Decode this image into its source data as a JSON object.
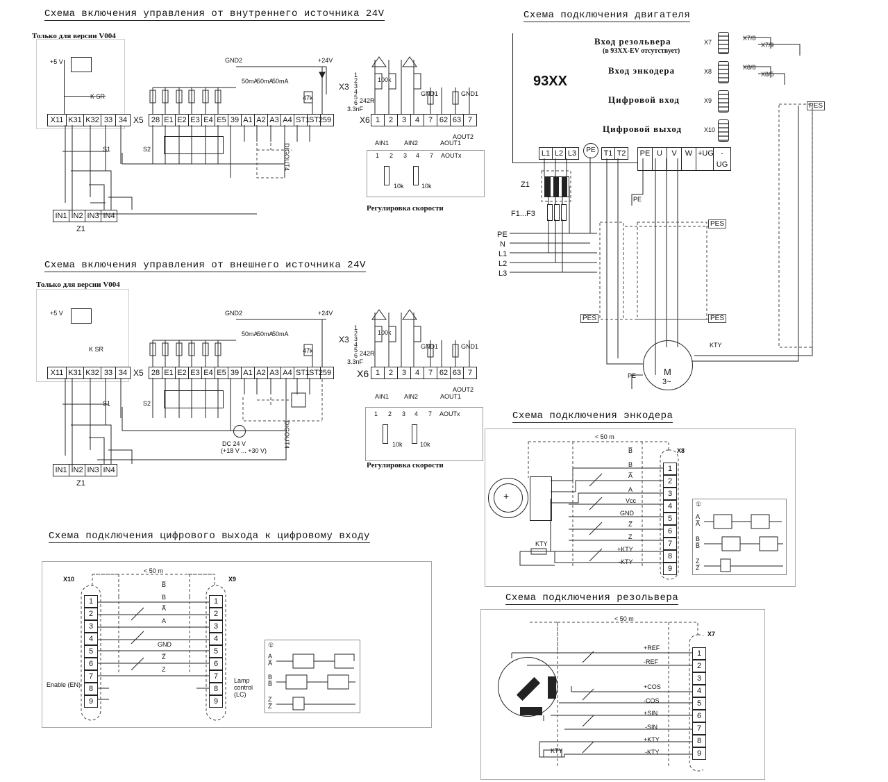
{
  "titles": {
    "internal": "Схема включения управления от внутреннего источника 24V",
    "external": "Схема включения управления от внешнего источника 24V",
    "digital": "Схема подключения цифрового выхода к цифровому входу",
    "motor": "Схема подключения двигателя",
    "encoder": "Схема подключения энкодера",
    "resolver": "Схема подключения резольвера"
  },
  "notes": {
    "v004_1": "Только для версии V004",
    "v004_2": "Только для версии V004",
    "speed_1": "Регулировка скорости",
    "speed_2": "Регулировка скорости"
  },
  "control": {
    "x11_terms": [
      "X11",
      "K31",
      "K32",
      "33",
      "34"
    ],
    "x5_label": "X5",
    "x5_terms": [
      "28",
      "E1",
      "E2",
      "E3",
      "E4",
      "E5",
      "39",
      "A1",
      "A2",
      "A3",
      "A4",
      "ST1",
      "ST2",
      "59"
    ],
    "x6_label": "X6",
    "x6_terms": [
      "1",
      "2",
      "3",
      "4",
      "7",
      "62",
      "63",
      "7"
    ],
    "x3_label": "X3",
    "z1_terms": [
      "IN1",
      "IN2",
      "IN3",
      "IN4"
    ],
    "z1_label": "Z1",
    "gnd2": "GND2",
    "plus24": "+24V",
    "gnd1": "GND1",
    "plus5": "+5 V",
    "ksr": "K SR",
    "s1": "S1",
    "s2": "S2",
    "ain1": "AIN1",
    "ain2": "AIN2",
    "aout1": "AOUT1",
    "aout2": "AOUT2",
    "digout4": "DIGOUT4",
    "ma50": "50mA",
    "r100k": "100k",
    "r242": "242R",
    "c33": "3.3nF",
    "r47k": "47k",
    "r10k": "10k",
    "aoutx": "AOUTx",
    "dc24": "DC 24 V",
    "dc24_range": "(+18 V ... +30 V)",
    "x3_pins": [
      "1",
      "2",
      "3",
      "4",
      "5",
      "6"
    ],
    "speed_pins": [
      "1",
      "2",
      "3",
      "4",
      "7"
    ]
  },
  "motor": {
    "model": "93XX",
    "inputs": [
      {
        "label": "Вход резольвера",
        "conn": "X7",
        "sub": "(в 93XX-EV отсутствует)"
      },
      {
        "label": "Вход энкодера",
        "conn": "X8",
        "sub": ""
      },
      {
        "label": "Цифровой вход",
        "conn": "X9",
        "sub": ""
      },
      {
        "label": "Цифровой выход",
        "conn": "X10",
        "sub": ""
      }
    ],
    "x78": "X7/8",
    "x79": "X7/9",
    "x88": "X8/8",
    "x85": "X8/5",
    "top_terms": [
      "L1",
      "L2",
      "L3"
    ],
    "pe_circle": "PE",
    "out_terms": [
      "T1",
      "T2",
      "PE",
      "U",
      "V",
      "W",
      "+UG",
      "-UG"
    ],
    "z1": "Z1",
    "fuses": "F1...F3",
    "lines": [
      "PE",
      "N",
      "L1",
      "L2",
      "L3"
    ],
    "pe": "PE",
    "pes": "PES",
    "kty": "KTY",
    "motor_label": "M",
    "motor_phase": "3~"
  },
  "encoder": {
    "dist": "< 50 m",
    "conn": "X8",
    "signals": [
      "B̅",
      "B",
      "A̅",
      "A",
      "Vcc",
      "GND",
      "Z̅",
      "Z",
      "+KTY",
      "-KTY"
    ],
    "pins": [
      "1",
      "2",
      "3",
      "4",
      "5",
      "6",
      "7",
      "8",
      "9"
    ],
    "kty": "KTY",
    "timing_mark": "①",
    "timing_labels": [
      "A",
      "A̅",
      "B",
      "B̅",
      "Z",
      "Z̅"
    ]
  },
  "digital": {
    "dist": "< 50 m",
    "left_conn": "X10",
    "right_conn": "X9",
    "signals": [
      "B̅",
      "B",
      "A̅",
      "A",
      "GND",
      "Z̅",
      "Z"
    ],
    "pins": [
      "1",
      "2",
      "3",
      "4",
      "5",
      "6",
      "7",
      "8",
      "9"
    ],
    "enable": "Enable (EN)",
    "lamp": "Lamp control (LC)",
    "timing_mark": "①",
    "timing_labels": [
      "A",
      "A̅",
      "B",
      "B̅",
      "Z",
      "Z̅"
    ]
  },
  "resolver": {
    "dist": "< 50 m",
    "conn": "X7",
    "signals": [
      "+REF",
      "-REF",
      "+COS",
      "-COS",
      "+SIN",
      "-SIN",
      "+KTY",
      "-KTY"
    ],
    "pins": [
      "1",
      "2",
      "3",
      "4",
      "5",
      "6",
      "7",
      "8",
      "9"
    ],
    "kty": "KTY"
  }
}
